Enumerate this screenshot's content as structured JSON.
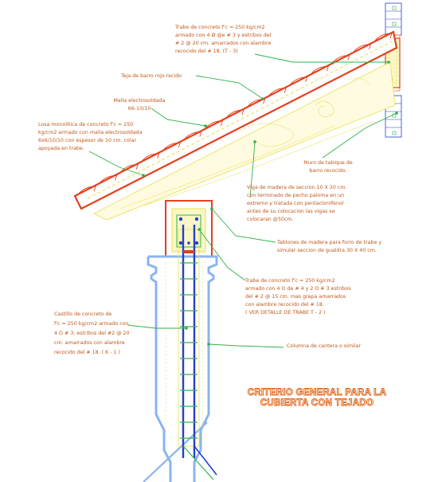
{
  "labels": {
    "trabe_top": [
      "Trabe de concreto f'c = 250 kg/cm2",
      "armado con 4 Ø @e # 3 y estribos del",
      "# 2 @ 20 cm. amarrados con alambre",
      "recocido del # 18. (T - 3)"
    ],
    "teja": [
      "Teja de barro rojo recido"
    ],
    "malla": [
      "Malla electrosoldada",
      "66-10/10"
    ],
    "losa": [
      "Losa monolitica de concreto f'c = 250",
      "kg/cm2 armado con malla electrosoldada",
      "6x6/10/10 con espesor de 10 cm. colar",
      "apoyada en trabe."
    ],
    "muro": [
      "Muro de tabique de",
      "barro recocido."
    ],
    "viga": [
      "Viga de madera de seccion 10 X 20 cm.",
      "con terminado de pecho paloma en un",
      "extremo y tratada con pentaclorofenol",
      "antes de su colocacion las vigas se",
      "colocaran @50cm."
    ],
    "tablones": [
      "Tablones de madera para forro de trabe y",
      "simular seccion de gualdra 30 X 40 cm."
    ],
    "trabe_mid": [
      "Trabe de concreto f'c = 250 kg/cm2",
      "armado con 4 O de # 4 y 2 O # 3 estribos",
      "del # 2 @ 15 cm. mas grapa amarrados",
      "con alambre recocido del # 18.",
      "( VER DETALLE DE TRABE T - 2 )"
    ],
    "castillo": [
      "Castillo de concreto de",
      "f'c = 250 kg/cm2 armado con",
      "4 O # 3. estribos del #2 @ 20",
      "cm. amarrados con alambre",
      "recocido del # 18. ( K - 1 )"
    ],
    "columna": [
      "Columna de cantera o similar"
    ]
  },
  "title": [
    "CRITERIO GENERAL PARA LA",
    "CUBIERTA CON TEJADO"
  ],
  "colors": {
    "red": "#e4401c",
    "orange": "#e08a20",
    "yellow": "#e8e04a",
    "green": "#2fb34a",
    "blue": "#2440c8",
    "cyan": "#8ab4f0",
    "text": "#c0581a"
  }
}
